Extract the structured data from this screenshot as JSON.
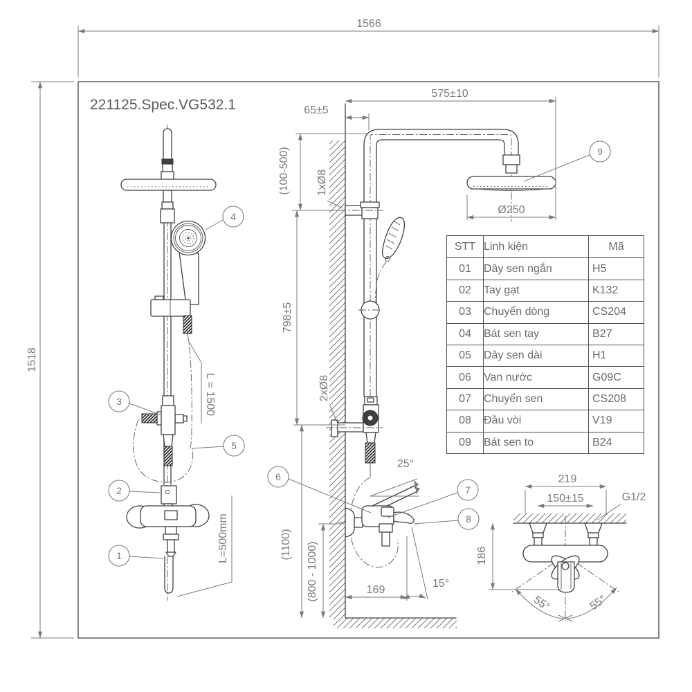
{
  "drawing": {
    "title": "221125.Spec.VG532.1",
    "sheet_width": "1566",
    "sheet_height": "1518"
  },
  "dims": {
    "arm_length": "575±10",
    "wall_offset": "65±5",
    "top_adjust": "(100-500)",
    "top_anchor": "1xØ8",
    "head_dia": "Ø250",
    "pipe_length": "798±5",
    "bottom_anchor": "2xØ8",
    "bracket_height": "(1100)",
    "mixer_height": "(800 - 1000)",
    "spout_reach": "169",
    "spout_angle": "15°",
    "lever_angle": "25°",
    "hose_long": "L = 1500",
    "hose_short": "L=500mm",
    "body_width": "219",
    "inlet_spacing": "150±15",
    "thread": "G1/2",
    "body_height": "186",
    "swing_left": "55°",
    "swing_right": "55°"
  },
  "callouts": {
    "c1": "1",
    "c2": "2",
    "c3": "3",
    "c4": "4",
    "c5": "5",
    "c6": "6",
    "c7": "7",
    "c8": "8",
    "c9": "9"
  },
  "table": {
    "headers": {
      "no": "STT",
      "part": "Linh kiện",
      "code": "Mã"
    },
    "rows": [
      {
        "no": "01",
        "part": "Dây sen ngắn",
        "code": "H5"
      },
      {
        "no": "02",
        "part": "Tay gạt",
        "code": "K132"
      },
      {
        "no": "03",
        "part": "Chuyển dòng",
        "code": "CS204"
      },
      {
        "no": "04",
        "part": "Bát sen tay",
        "code": "B27"
      },
      {
        "no": "05",
        "part": "Dây sen dài",
        "code": "H1"
      },
      {
        "no": "06",
        "part": "Van nước",
        "code": "G09C"
      },
      {
        "no": "07",
        "part": "Chuyển sen",
        "code": "CS208"
      },
      {
        "no": "08",
        "part": "Đầu vòi",
        "code": "V19"
      },
      {
        "no": "09",
        "part": "Bát sen to",
        "code": "B24"
      }
    ]
  }
}
